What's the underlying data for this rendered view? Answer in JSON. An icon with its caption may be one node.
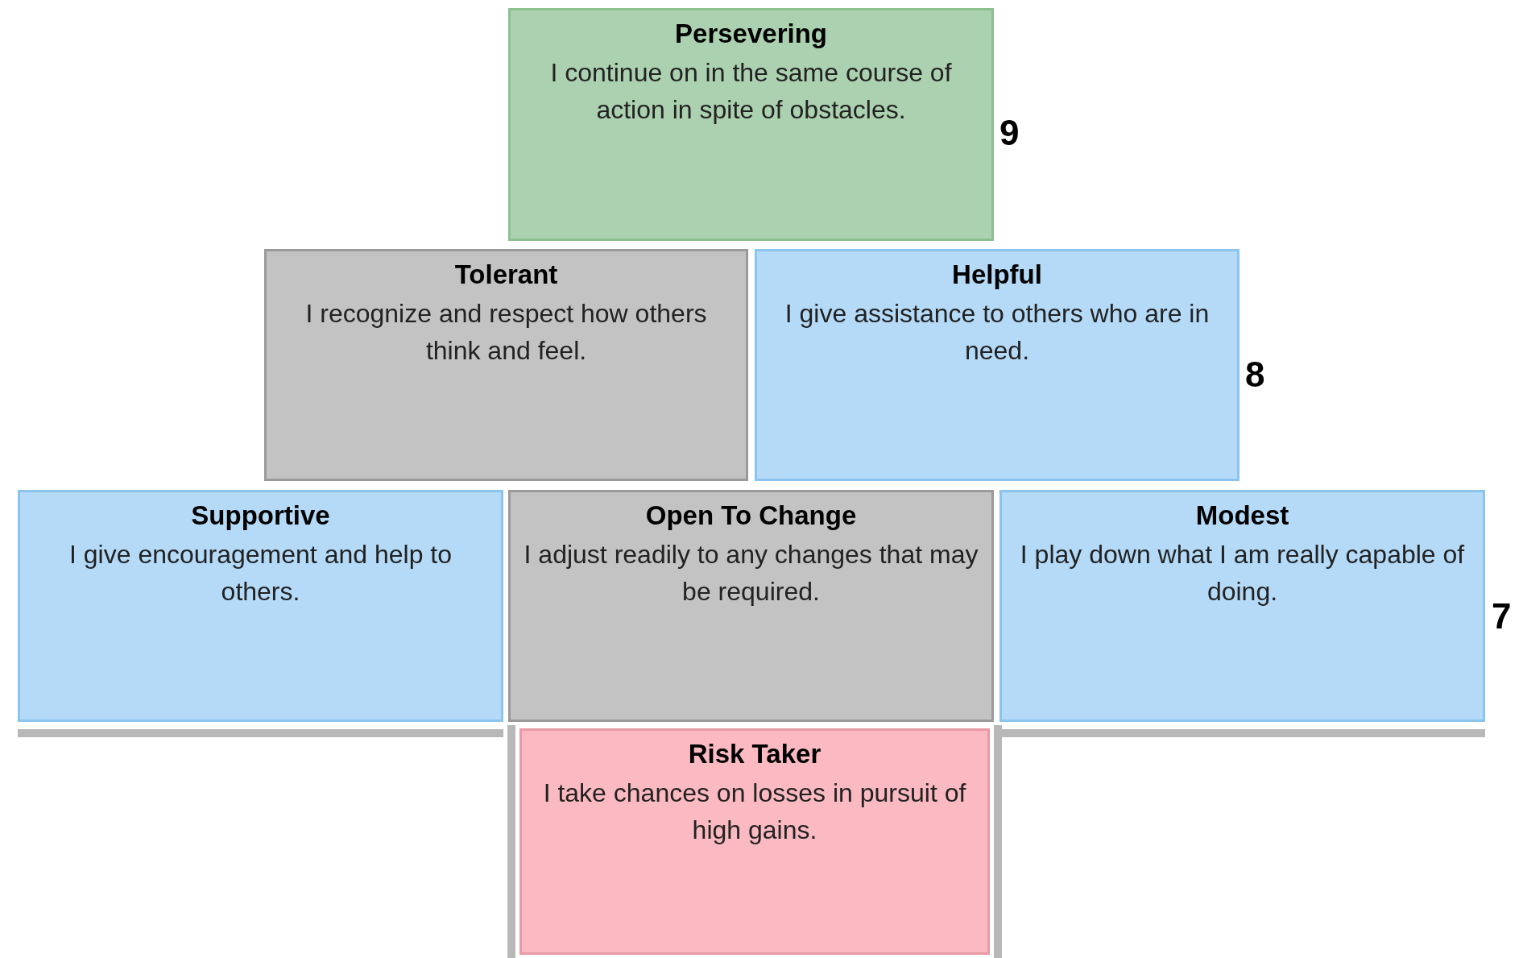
{
  "diagram": {
    "nodes": [
      {
        "text": [
          "Persevering",
          "I continue on in the same course of action in spite of obstacles."
        ]
      },
      {
        "text": [
          "Tolerant",
          "I recognize and respect how others think and feel."
        ]
      },
      {
        "text": [
          "Helpful",
          "I give assistance to others who are in need."
        ]
      },
      {
        "text": [
          "Supportive",
          "I give encouragement and help to others."
        ]
      },
      {
        "text": [
          "Open To Change",
          "I adjust readily to any changes that may be required."
        ]
      },
      {
        "text": [
          "Modest",
          "I play down what I am really capable of doing."
        ]
      },
      {
        "text": [
          "Risk Taker",
          "I take chances on losses in pursuit of high gains."
        ]
      }
    ],
    "edges": [],
    "labels": [
      "9",
      "8",
      "7"
    ]
  }
}
